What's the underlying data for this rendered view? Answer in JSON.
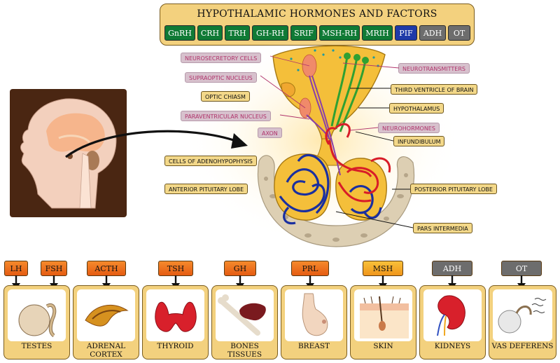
{
  "header": {
    "title": "HYPOTHALAMIC HORMONES AND FACTORS",
    "buttons": [
      {
        "label": "GnRH",
        "color": "#0f7a35"
      },
      {
        "label": "CRH",
        "color": "#0f7a35"
      },
      {
        "label": "TRH",
        "color": "#0f7a35"
      },
      {
        "label": "GH-RH",
        "color": "#0f7a35"
      },
      {
        "label": "SRIF",
        "color": "#0f7a35"
      },
      {
        "label": "MSH-RH",
        "color": "#0f7a35"
      },
      {
        "label": "MRIH",
        "color": "#0f7a35"
      },
      {
        "label": "PIF",
        "color": "#1f3aa8"
      },
      {
        "label": "ADH",
        "color": "#6d6d6d"
      },
      {
        "label": "OT",
        "color": "#6d6d6d"
      }
    ]
  },
  "labels": {
    "neurosecretory_cells": "NEUROSECRETORY CELLS",
    "supraoptic_nucleus": "SUPRAOPTIC NUCLEUS",
    "optic_chiasm": "OPTIC CHIASM",
    "paraventricular_nucleus": "PARAVENTRICULAR NUCLEUS",
    "axon": "AXON",
    "cells_of_adenohypophysis": "CELLS OF ADENOHYPOPHYSIS",
    "anterior_pituitary_lobe": "ANTERIOR PITUITARY LOBE",
    "neurotransmitters": "NEUROTRANSMITTERS",
    "third_ventricle": "THIRD VENTRICLE OF BRAIN",
    "hypothalamus": "HYPOTHALAMUS",
    "neurohormones": "NEUROHORMONES",
    "infundibulum": "INFUNDIBULUM",
    "posterior_pituitary_lobe": "POSTERIOR PITUITARY LOBE",
    "pars_intermedia": "PARS INTERMEDIA"
  },
  "hormones": {
    "lh": "LH",
    "fsh": "FSH",
    "acth": "ACTH",
    "tsh": "TSH",
    "gh": "GH",
    "prl": "PRL",
    "msh": "MSH",
    "adh": "ADH",
    "ot": "OT"
  },
  "targets": {
    "testes": "TESTES",
    "adrenal_1": "ADRENAL",
    "adrenal_2": "CORTEX",
    "thyroid": "THYROID",
    "bones_1": "BONES",
    "bones_2": "TISSUES",
    "breast": "BREAST",
    "skin": "SKIN",
    "kidneys": "KIDNEYS",
    "vas_deferens": "VAS DEFERENS"
  },
  "colors": {
    "panel": "#f3d17e",
    "pink_label_bg": "#d7c1cd",
    "pink_label_text": "#b0336b",
    "head_panel": "#4a2612",
    "vessel_blue": "#1a2fa0",
    "vessel_red": "#d81c28"
  }
}
